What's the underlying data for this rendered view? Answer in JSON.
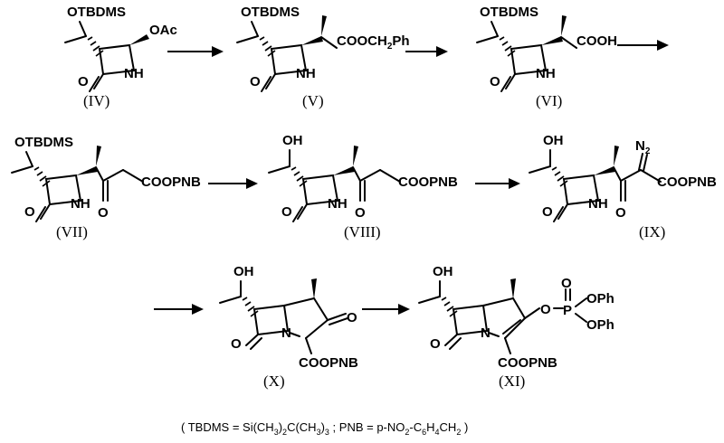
{
  "document": {
    "type": "chemical-reaction-scheme",
    "title": "Carbapenem synthesis scheme",
    "footnote": {
      "open_paren": "(",
      "tbdms_def": "TBDMS = Si(CH3)2C(CH3)3",
      "separator": ";",
      "pnb_def": "PNB = p-NO2-C6H4CH2",
      "close_paren": ")",
      "parts": [
        {
          "t": "( TBDMS = Si(CH",
          "sub": false
        },
        {
          "t": "3",
          "sub": true
        },
        {
          "t": ")",
          "sub": false
        },
        {
          "t": "2",
          "sub": true
        },
        {
          "t": "C(CH",
          "sub": false
        },
        {
          "t": "3",
          "sub": true
        },
        {
          "t": ")",
          "sub": false
        },
        {
          "t": "3",
          "sub": true
        },
        {
          "t": " ; PNB = p-NO",
          "sub": false
        },
        {
          "t": "2",
          "sub": true
        },
        {
          "t": "-C",
          "sub": false
        },
        {
          "t": "6",
          "sub": true
        },
        {
          "t": "H",
          "sub": false
        },
        {
          "t": "4",
          "sub": true
        },
        {
          "t": "CH",
          "sub": false
        },
        {
          "t": "2",
          "sub": true
        },
        {
          "t": " )",
          "sub": false
        }
      ]
    }
  },
  "compounds": [
    {
      "id": "IV",
      "label": "(IV)",
      "row": 1,
      "core": "azetidin-2-one",
      "substituents": [
        "OTBDMS",
        "OAc",
        "NH",
        "O"
      ],
      "labels": {
        "otbdms": "OTBDMS",
        "oac": "OAc",
        "nh": "NH",
        "ketone": "O"
      }
    },
    {
      "id": "V",
      "label": "(V)",
      "row": 1,
      "core": "azetidin-2-one",
      "substituents": [
        "OTBDMS",
        "COOCH2Ph",
        "NH",
        "O"
      ],
      "labels": {
        "otbdms": "OTBDMS",
        "ester": "COOCH",
        "ester_sub": "2",
        "ester_tail": "Ph",
        "nh": "NH",
        "ketone": "O"
      }
    },
    {
      "id": "VI",
      "label": "(VI)",
      "row": 1,
      "core": "azetidin-2-one",
      "substituents": [
        "OTBDMS",
        "COOH",
        "NH",
        "O"
      ],
      "labels": {
        "otbdms": "OTBDMS",
        "acid": "COOH",
        "nh": "NH",
        "ketone": "O"
      }
    },
    {
      "id": "VII",
      "label": "(VII)",
      "row": 2,
      "core": "azetidin-2-one",
      "substituents": [
        "OTBDMS",
        "COOPNB",
        "NH",
        "O",
        "ketone"
      ],
      "labels": {
        "otbdms": "OTBDMS",
        "ester": "COOPNB",
        "nh": "NH",
        "ketone": "O",
        "chain_ketone": "O"
      }
    },
    {
      "id": "VIII",
      "label": "(VIII)",
      "row": 2,
      "core": "azetidin-2-one",
      "substituents": [
        "OH",
        "COOPNB",
        "NH",
        "O",
        "ketone"
      ],
      "labels": {
        "oh": "OH",
        "ester": "COOPNB",
        "nh": "NH",
        "ketone": "O",
        "chain_ketone": "O"
      }
    },
    {
      "id": "IX",
      "label": "(IX)",
      "row": 2,
      "core": "azetidin-2-one",
      "substituents": [
        "OH",
        "N2",
        "COOPNB",
        "NH",
        "O",
        "ketone"
      ],
      "labels": {
        "oh": "OH",
        "diazo": "N",
        "diazo_sub": "2",
        "ester": "COOPNB",
        "nh": "NH",
        "ketone": "O",
        "chain_ketone": "O"
      }
    },
    {
      "id": "X",
      "label": "(X)",
      "row": 3,
      "core": "carbapenam-3-one",
      "substituents": [
        "OH",
        "COOPNB",
        "N",
        "O",
        "ketone"
      ],
      "labels": {
        "oh": "OH",
        "ester": "COOPNB",
        "n": "N",
        "ketone": "O",
        "ring_ketone": "O"
      }
    },
    {
      "id": "XI",
      "label": "(XI)",
      "row": 3,
      "core": "carbapenem enol phosphate",
      "substituents": [
        "OH",
        "OP(O)(OPh)2",
        "COOPNB",
        "N",
        "O"
      ],
      "labels": {
        "oh": "OH",
        "o_link": "O",
        "phosphorus": "P",
        "p_oxo": "O",
        "oph_top": "OPh",
        "oph_bottom": "OPh",
        "ester": "COOPNB",
        "n": "N",
        "ketone": "O"
      }
    }
  ],
  "arrows": [
    {
      "id": "arrow-1",
      "from": "IV",
      "to": "V",
      "row": 1
    },
    {
      "id": "arrow-2",
      "from": "V",
      "to": "VI",
      "row": 1
    },
    {
      "id": "arrow-3",
      "from": "VI",
      "to": "VII",
      "row": 1
    },
    {
      "id": "arrow-4",
      "from": "VII",
      "to": "VIII",
      "row": 2
    },
    {
      "id": "arrow-5",
      "from": "VIII",
      "to": "IX",
      "row": 2
    },
    {
      "id": "arrow-6",
      "from": "IX",
      "to": "X",
      "row": 3
    },
    {
      "id": "arrow-7",
      "from": "X",
      "to": "XI",
      "row": 3
    }
  ]
}
